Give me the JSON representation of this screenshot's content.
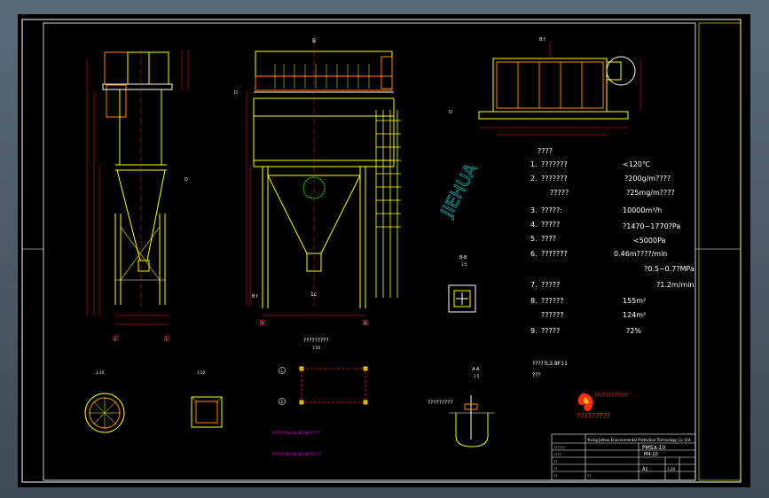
{
  "watermark": "JIEHUA",
  "section_labels": {
    "view_b_top": "B",
    "view_b_right_top": "B↑",
    "view_b_bottom": "B↑",
    "view_c": "1c",
    "view_d_left": "D",
    "view_d_mid": "D",
    "view_d_right": "D",
    "view_b_section": "B-B",
    "view_b_section_scale": "1:5",
    "view_a_section": "A-A",
    "view_a_scale": "1:5"
  },
  "grid_labels": {
    "axis_2_left": "2",
    "axis_1_left": "1",
    "axis_a": "A",
    "axis_b": "B",
    "plan_1": "1",
    "plan_2": "2"
  },
  "plan_title": "?????????",
  "plan_scale": "1:50",
  "detail_titles": {
    "round_scale": "1:10",
    "square_scale": "1:10"
  },
  "anchor_title": "?????????",
  "bolt_text": [
    "?????? A1,A2,B1,B2?? ??",
    "??????:A1,A2,B1,B2?2.??"
  ],
  "specs": {
    "heading": "????",
    "rows": [
      {
        "num": "1.",
        "label": "???????",
        "value": "<120℃"
      },
      {
        "num": "2.",
        "label": "???????",
        "value": "?200g/m????"
      },
      {
        "num": "",
        "label": "?????",
        "value": "?25mg/m????"
      },
      {
        "num": "3.",
        "label": "?????:",
        "value": "10000m³/h"
      },
      {
        "num": "4.",
        "label": "?????",
        "value": "?1470~1770?Pa"
      },
      {
        "num": "5.",
        "label": "????",
        "value": "<5000Pa"
      },
      {
        "num": "6.",
        "label": "???????",
        "value": "0.46m????/min"
      },
      {
        "num": "",
        "label": "",
        "value": "?0.5~0.7?MPa"
      },
      {
        "num": "",
        "label": "",
        "value": "?1.2m/min"
      },
      {
        "num": "7.",
        "label": "?????",
        "value": ""
      },
      {
        "num": "8.",
        "label": "??????",
        "value": "155m²"
      },
      {
        "num": "",
        "label": "??????",
        "value": "124m²"
      },
      {
        "num": "9.",
        "label": "?????",
        "value": "?2%"
      }
    ],
    "material_label": "?????L3.8F11",
    "note_label": "???"
  },
  "logo_text": "????????????",
  "logo_sub": "?????????",
  "title_block": {
    "company": "Yixing Jiehua Environmental Protection Technology Co. Ltd.",
    "drawing_name": "PMSX-10",
    "code": "M4-10",
    "sheet": "A1",
    "scale": "1:20",
    "rows": [
      "??????",
      "????",
      "??",
      "??",
      "??",
      "??"
    ]
  },
  "colors": {
    "frame": "#ffffff",
    "main": "#ffff00",
    "dim": "#ff2020",
    "aux": "#00ffff",
    "green": "#00ff00",
    "magenta": "#ff00ff",
    "orange": "#ff8800"
  }
}
